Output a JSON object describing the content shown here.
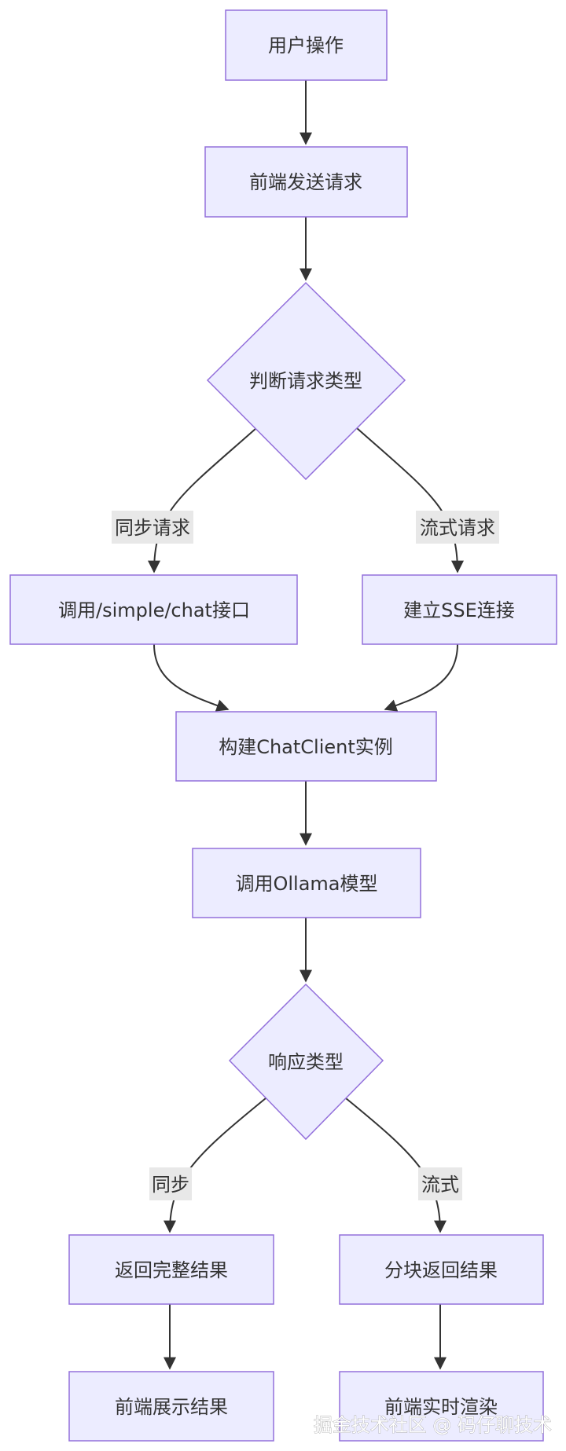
{
  "colors": {
    "node_fill": "#ececff",
    "node_stroke": "#9370db",
    "edge": "#333333",
    "text": "#333333",
    "label_bg": "#e8e8e8"
  },
  "nodes": {
    "user_action": "用户操作",
    "frontend_send": "前端发送请求",
    "judge_type": "判断请求类型",
    "call_simple": "调用/simple/chat接口",
    "build_sse": "建立SSE连接",
    "build_client": "构建ChatClient实例",
    "call_ollama": "调用Ollama模型",
    "response_type": "响应类型",
    "return_full": "返回完整结果",
    "chunk_return": "分块返回结果",
    "frontend_show": "前端展示结果",
    "frontend_render": "前端实时渲染"
  },
  "edge_labels": {
    "sync_request": "同步请求",
    "stream_request": "流式请求",
    "sync": "同步",
    "stream": "流式"
  },
  "watermark": "掘金技术社区 @ 码仔聊技术"
}
